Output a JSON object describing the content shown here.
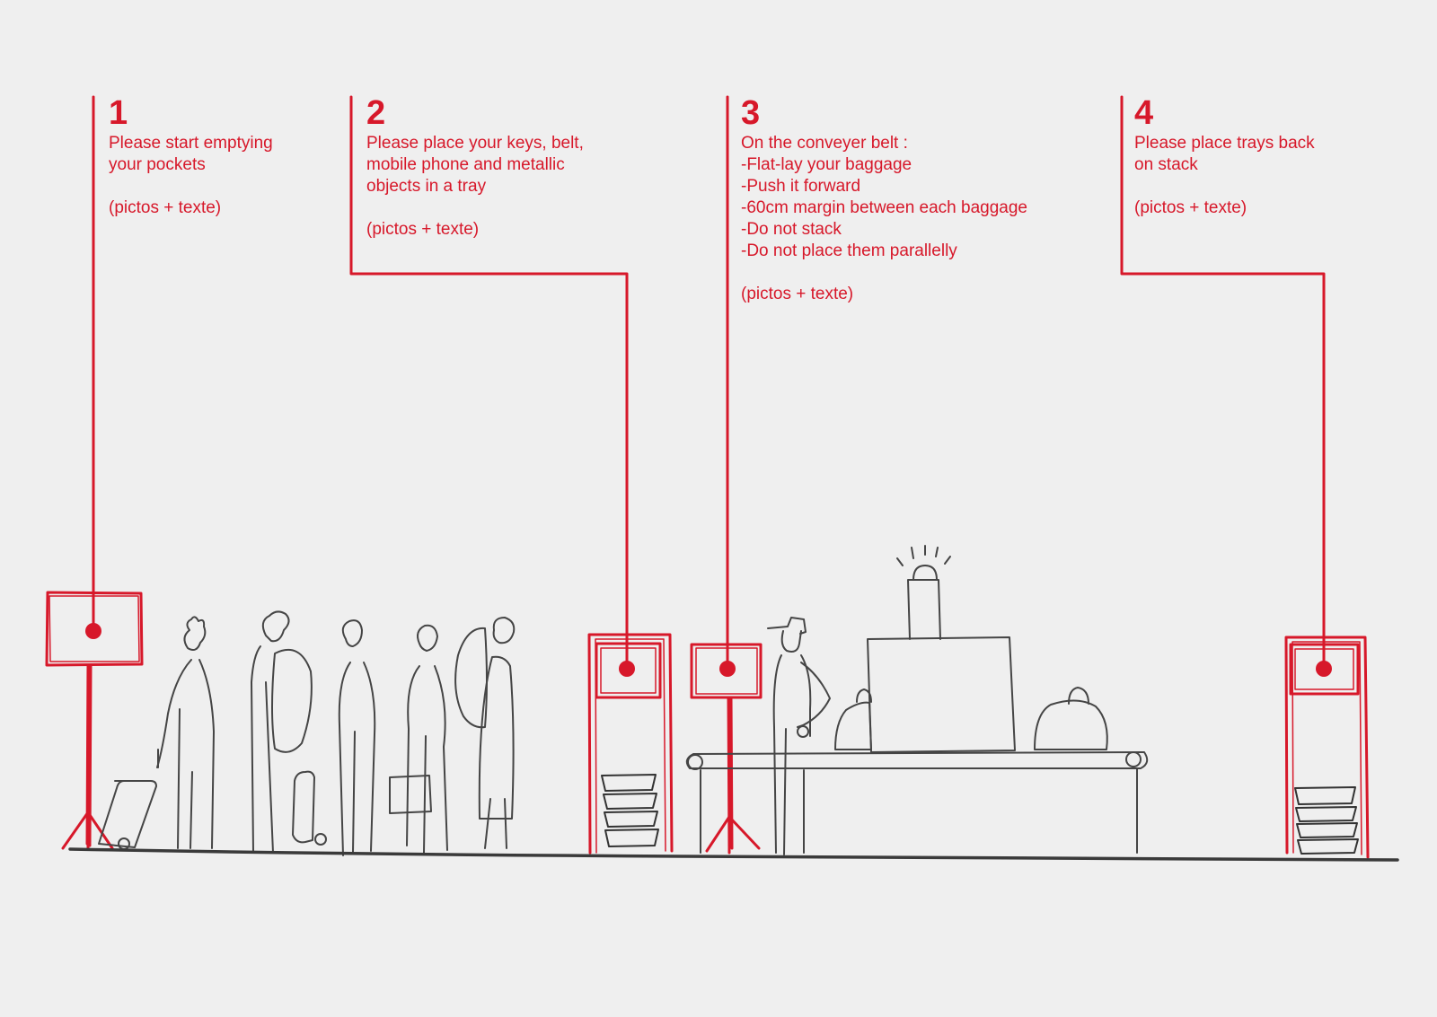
{
  "colors": {
    "accent": "#d7182a",
    "sketch": "#4a4a4a",
    "background": "#efefef"
  },
  "steps": [
    {
      "number": "1",
      "lines": [
        "Please start emptying",
        "your pockets",
        "",
        "(pictos + texte)"
      ]
    },
    {
      "number": "2",
      "lines": [
        "Please place your keys, belt,",
        "mobile phone and metallic",
        "objects in a tray",
        "",
        "(pictos + texte)"
      ]
    },
    {
      "number": "3",
      "lines": [
        "On the conveyer belt :",
        "-Flat-lay your baggage",
        "-Push it forward",
        "-60cm margin between each baggage",
        "-Do not stack",
        "-Do not place them parallelly",
        "",
        "(pictos + texte)"
      ]
    },
    {
      "number": "4",
      "lines": [
        "Please place trays back",
        "on stack",
        "",
        "(pictos + texte)"
      ]
    }
  ]
}
